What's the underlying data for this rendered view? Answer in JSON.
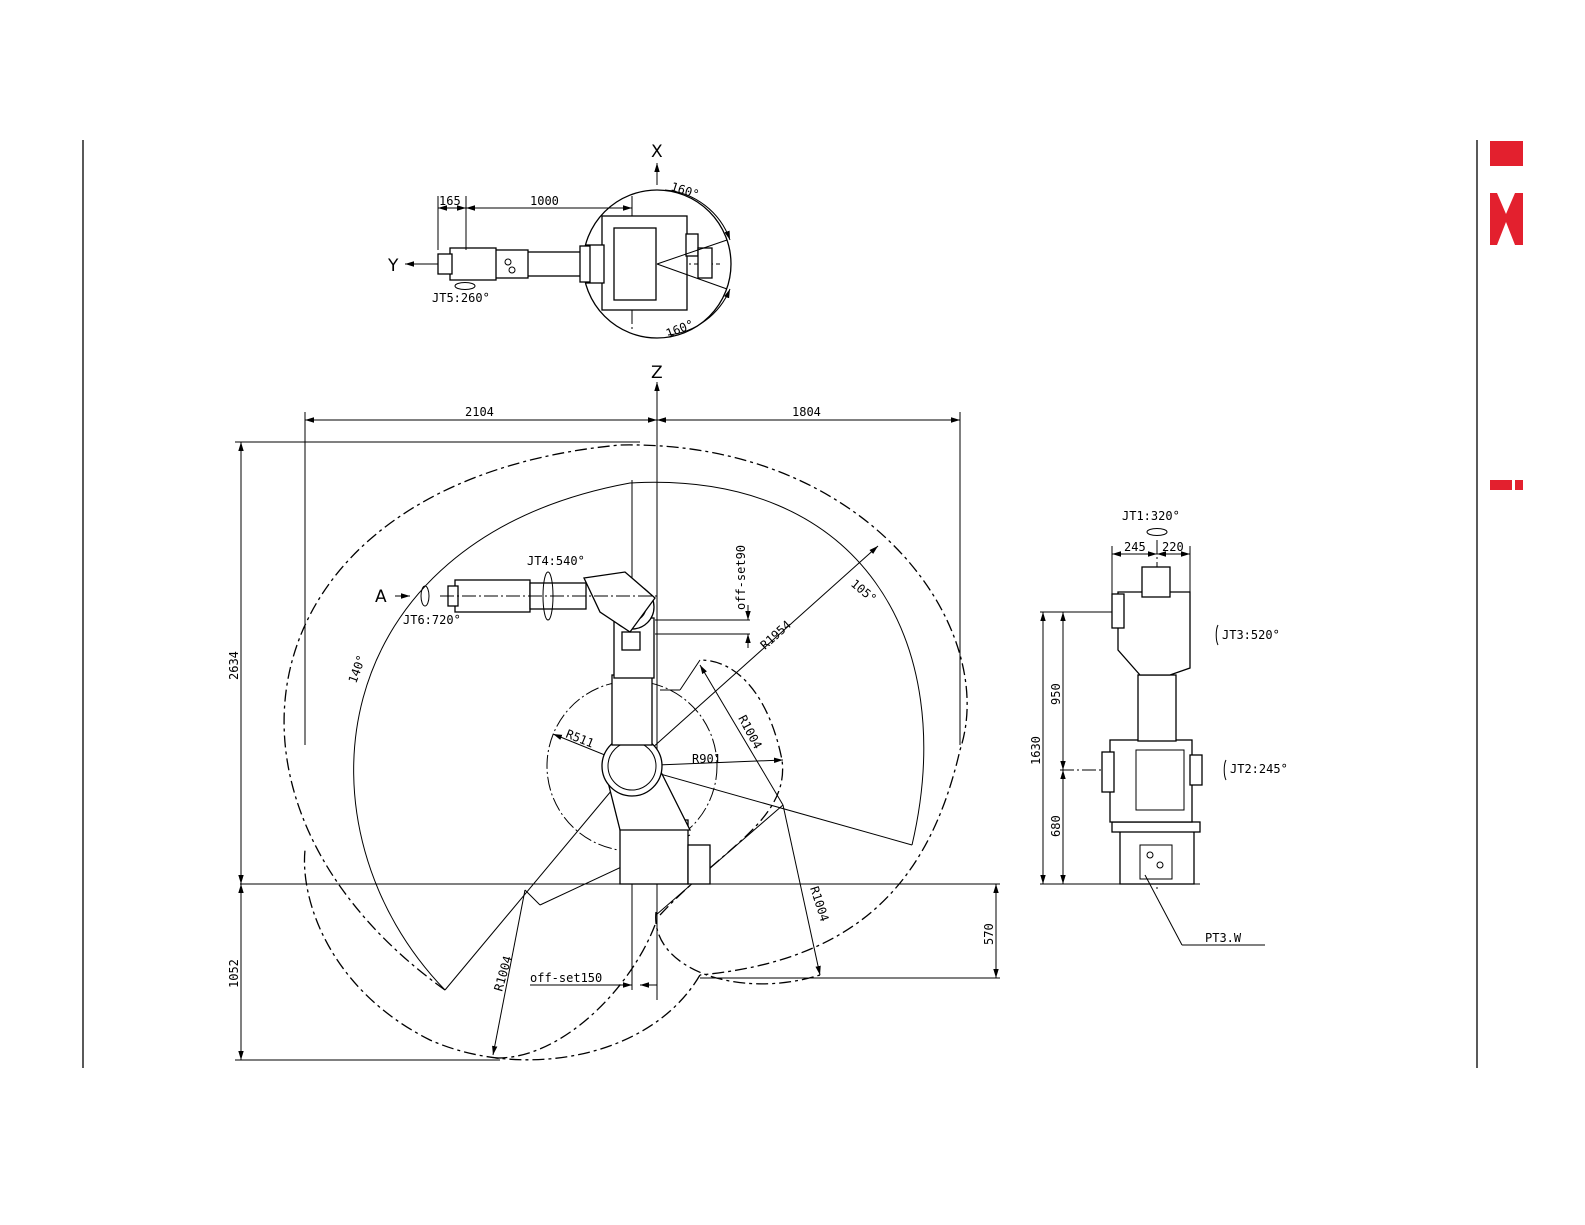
{
  "top_view": {
    "axis_x": "X",
    "axis_y": "Y",
    "dim_165": "165",
    "dim_1000": "1000",
    "angle_top": "160°",
    "angle_bottom": "160°",
    "jt5": "JT5:260°"
  },
  "side_view": {
    "axis_z": "Z",
    "dim_2104": "2104",
    "dim_1804": "1804",
    "dim_2634": "2634",
    "dim_1052": "1052",
    "dim_570": "570",
    "offset_90": "off-set90",
    "offset_150": "off-set150",
    "view_a": "A",
    "jt4": "JT4:540°",
    "jt6": "JT6:720°",
    "angle_140": "140°",
    "angle_105": "105°",
    "r1954": "R1954",
    "r1004_a": "R1004",
    "r1004_b": "R1004",
    "r1004_c": "R1004",
    "r511": "R511",
    "r901": "R901"
  },
  "front_view": {
    "jt1": "JT1:320°",
    "dim_245": "245",
    "dim_220": "220",
    "jt3": "JT3:520°",
    "jt2": "JT2:245°",
    "dim_950": "950",
    "dim_1630": "1630",
    "dim_680": "680",
    "pt3w": "PT3.W"
  },
  "colors": {
    "brand_red": "#e3202e",
    "line": "#000000"
  },
  "icons": {
    "logo": "kawasaki-logo-icon"
  }
}
